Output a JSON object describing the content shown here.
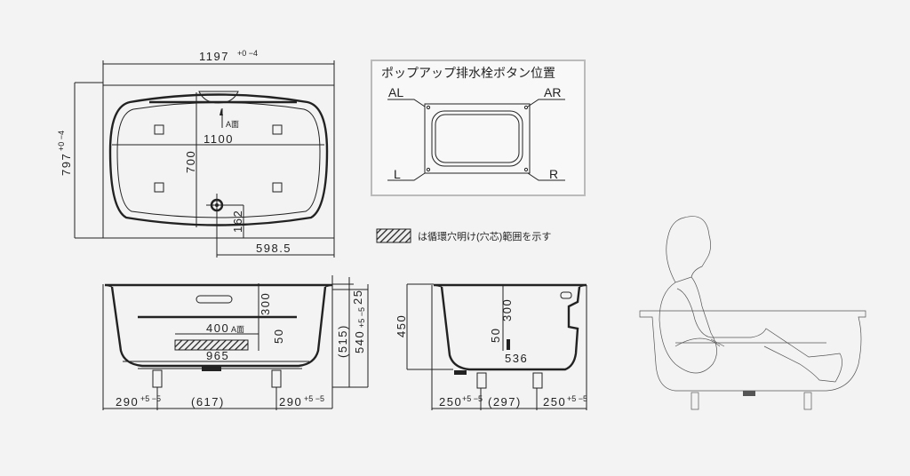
{
  "top_view": {
    "width_dim": "1197",
    "width_tol": "+0 −4",
    "depth_dim": "797",
    "depth_tol": "+0 −4",
    "inner_width": "1100",
    "inner_depth": "700",
    "drain_offset": "162",
    "drain_center": "598.5",
    "face_label": "A面"
  },
  "popup_panel": {
    "title": "ポップアップ排水栓ボタン位置",
    "corners": [
      "AL",
      "AR",
      "L",
      "R"
    ]
  },
  "legend": {
    "text": "は循環穴明け(穴芯)範囲を示す"
  },
  "front_view": {
    "dim_300": "300",
    "dim_25": "25",
    "dim_515": "(515)",
    "dim_540": "540",
    "dim_540_tol": "+5 −5",
    "hatch_width": "400",
    "face_label": "A面",
    "dim_50": "50",
    "dim_965": "965",
    "leg_left": "290",
    "leg_center": "(617)",
    "leg_right": "290",
    "leg_tol": "+5 −5"
  },
  "side_view": {
    "dim_450": "450",
    "dim_300": "300",
    "dim_50": "50",
    "dim_536": "536",
    "leg_left": "250",
    "leg_center": "(297)",
    "leg_right": "250",
    "leg_tol": "+5 −5"
  }
}
